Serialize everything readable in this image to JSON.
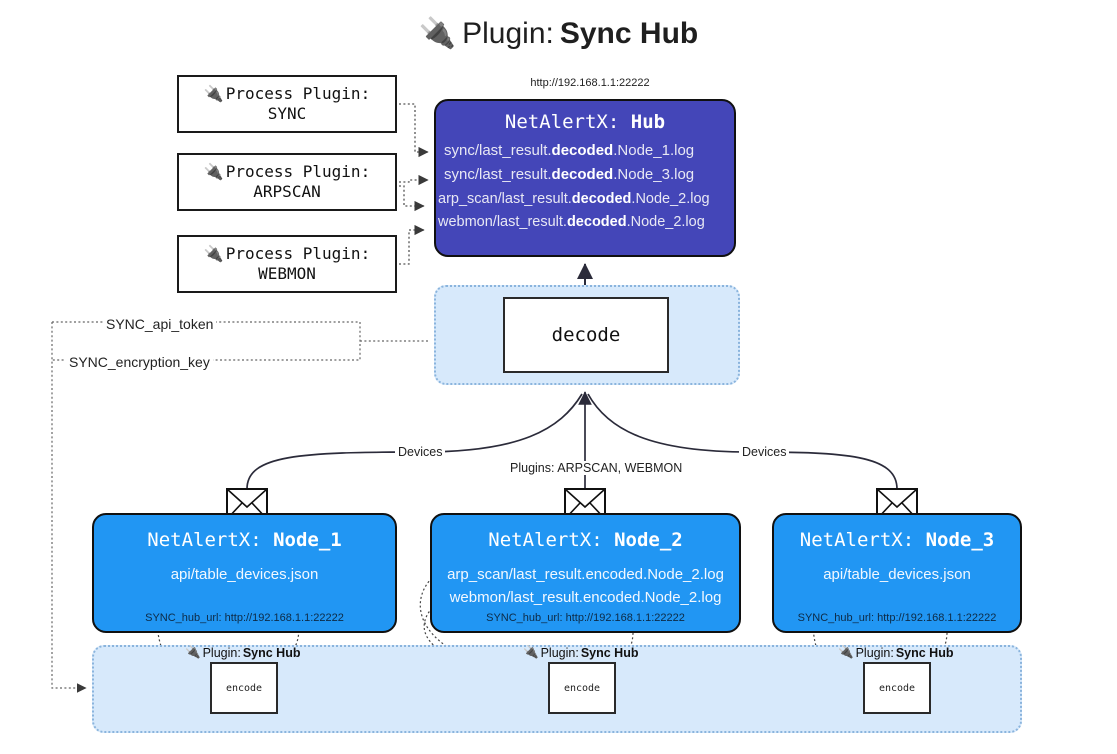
{
  "title": {
    "icon": "plug-icon",
    "plain": "Plugin:",
    "bold": "Sync Hub"
  },
  "hub": {
    "url": "http://192.168.1.1:22222",
    "label_plain": "NetAlertX:",
    "label_bold": "Hub",
    "items": [
      {
        "pre": "sync/last_result.",
        "bold": "decoded",
        "post": ".Node_1.log"
      },
      {
        "pre": "sync/last_result.",
        "bold": "decoded",
        "post": ".Node_3.log"
      },
      {
        "pre": "arp_scan/last_result.",
        "bold": "decoded",
        "post": ".Node_2.log"
      },
      {
        "pre": "webmon/last_result.",
        "bold": "decoded",
        "post": ".Node_2.log"
      }
    ]
  },
  "process_plugins": [
    {
      "icon": "plug-icon",
      "line1": "Process Plugin:",
      "line2": "SYNC"
    },
    {
      "icon": "plug-icon",
      "line1": "Process Plugin:",
      "line2": "ARPSCAN"
    },
    {
      "icon": "plug-icon",
      "line1": "Process Plugin:",
      "line2": "WEBMON"
    }
  ],
  "decode": {
    "label": "decode"
  },
  "secrets": [
    {
      "label": "SYNC_api_token"
    },
    {
      "label": "SYNC_encryption_key"
    }
  ],
  "edge_labels": {
    "devices_left": "Devices",
    "devices_right": "Devices",
    "plugins_center": "Plugins: ARPSCAN, WEBMON"
  },
  "nodes": [
    {
      "label_plain": "NetAlertX:",
      "label_bold": "Node_1",
      "lines": [
        "api/table_devices.json"
      ],
      "url": "SYNC_hub_url: http://192.168.1.1:22222"
    },
    {
      "label_plain": "NetAlertX:",
      "label_bold": "Node_2",
      "lines": [
        "arp_scan/last_result.encoded.Node_2.log",
        "webmon/last_result.encoded.Node_2.log"
      ],
      "url": "SYNC_hub_url: http://192.168.1.1:22222"
    },
    {
      "label_plain": "NetAlertX:",
      "label_bold": "Node_3",
      "lines": [
        "api/table_devices.json"
      ],
      "url": "SYNC_hub_url: http://192.168.1.1:22222"
    }
  ],
  "encoders": [
    {
      "icon": "plug-icon",
      "label_plain": "Plugin:",
      "label_bold": "Sync Hub",
      "box": "encode"
    },
    {
      "icon": "plug-icon",
      "label_plain": "Plugin:",
      "label_bold": "Sync Hub",
      "box": "encode"
    },
    {
      "icon": "plug-icon",
      "label_plain": "Plugin:",
      "label_bold": "Sync Hub",
      "box": "encode"
    }
  ],
  "colors": {
    "hub_fill": "#4446b8",
    "node_fill": "#2196f3",
    "container_fill": "#d7e9fb",
    "container_border": "#8ab4dd",
    "stroke": "#101010"
  }
}
